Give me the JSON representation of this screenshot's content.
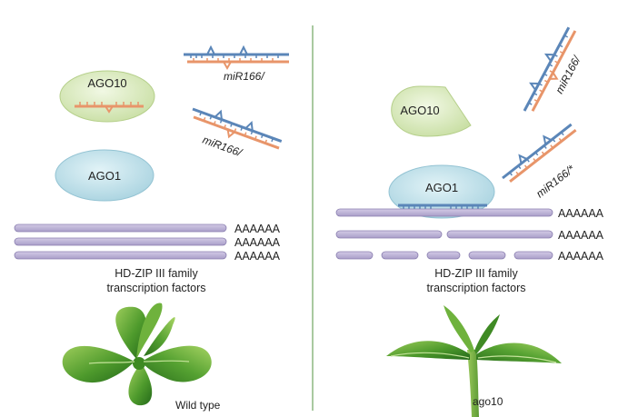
{
  "left_panel": {
    "ago10_label": "AGO10",
    "ago1_label": "AGO1",
    "mirna_labels": [
      "miR166/",
      "miR166/"
    ],
    "polya_labels": [
      "AAAAAA",
      "AAAAAA",
      "AAAAAA"
    ],
    "caption_line1": "HD-ZIP III family",
    "caption_line2": "transcription factors",
    "plant_label": "Wild type"
  },
  "right_panel": {
    "ago10_label": "AGO10",
    "ago1_label": "AGO1",
    "mirna_labels": [
      "miR166/",
      "miR166/*"
    ],
    "polya_labels": [
      "AAAAAA",
      "AAAAAA",
      "AAAAAA"
    ],
    "caption_line1": "HD-ZIP III family",
    "caption_line2": "transcription factors",
    "plant_label": "ago10"
  },
  "colors": {
    "rna_blue": "#5b86b8",
    "rna_orange": "#e8956a",
    "mrna_purple": "#b9afd3",
    "mrna_outline": "#8a7fb0",
    "ago10_fill": "#d6e8b5",
    "ago1_fill": "#bfe0ea",
    "leaf_green": "#4d9a2a",
    "divider": "#a9c9a0"
  }
}
